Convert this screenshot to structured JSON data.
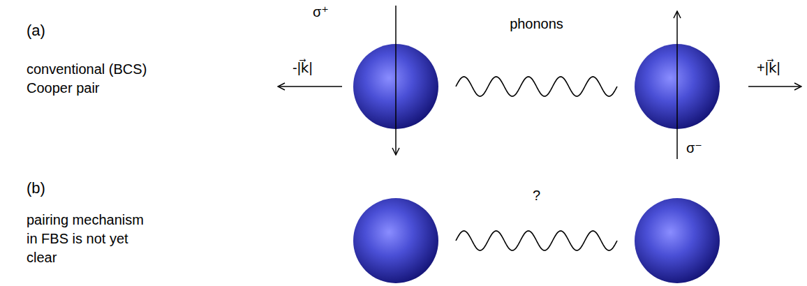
{
  "diagram": {
    "nodes": [
      {
        "text": [
          "σ⁺",
          "-|k⃗|"
        ]
      },
      {
        "text": [
          "σ⁻",
          "+|k⃗|"
        ]
      },
      {
        "text": []
      },
      {
        "text": []
      }
    ],
    "edges": [
      {
        "from": 0,
        "to": 1,
        "arrow": "none",
        "label": "phonons"
      },
      {
        "from": 2,
        "to": 3,
        "arrow": "none",
        "label": "?"
      }
    ],
    "labels": [
      "(a)",
      "conventional (BCS) Cooper pair",
      "(b)",
      "pairing mechanism in FBS is not yet clear"
    ]
  }
}
